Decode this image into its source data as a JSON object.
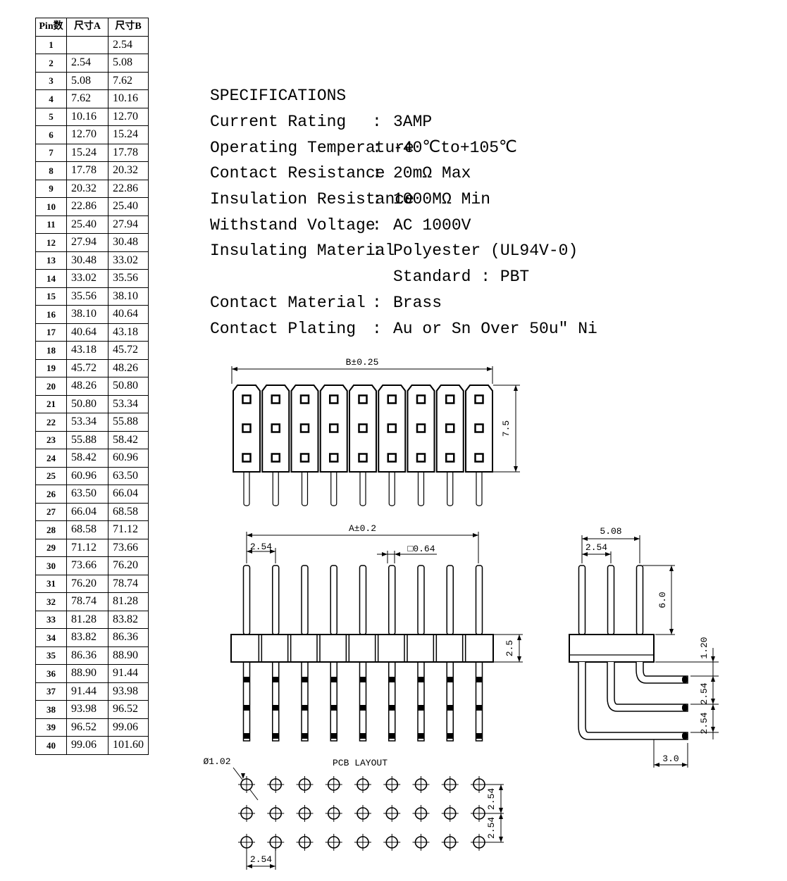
{
  "pin_table": {
    "headers": [
      "Pin数",
      "尺寸A",
      "尺寸B"
    ],
    "rows": [
      [
        "1",
        "",
        "2.54"
      ],
      [
        "2",
        "2.54",
        "5.08"
      ],
      [
        "3",
        "5.08",
        "7.62"
      ],
      [
        "4",
        "7.62",
        "10.16"
      ],
      [
        "5",
        "10.16",
        "12.70"
      ],
      [
        "6",
        "12.70",
        "15.24"
      ],
      [
        "7",
        "15.24",
        "17.78"
      ],
      [
        "8",
        "17.78",
        "20.32"
      ],
      [
        "9",
        "20.32",
        "22.86"
      ],
      [
        "10",
        "22.86",
        "25.40"
      ],
      [
        "11",
        "25.40",
        "27.94"
      ],
      [
        "12",
        "27.94",
        "30.48"
      ],
      [
        "13",
        "30.48",
        "33.02"
      ],
      [
        "14",
        "33.02",
        "35.56"
      ],
      [
        "15",
        "35.56",
        "38.10"
      ],
      [
        "16",
        "38.10",
        "40.64"
      ],
      [
        "17",
        "40.64",
        "43.18"
      ],
      [
        "18",
        "43.18",
        "45.72"
      ],
      [
        "19",
        "45.72",
        "48.26"
      ],
      [
        "20",
        "48.26",
        "50.80"
      ],
      [
        "21",
        "50.80",
        "53.34"
      ],
      [
        "22",
        "53.34",
        "55.88"
      ],
      [
        "23",
        "55.88",
        "58.42"
      ],
      [
        "24",
        "58.42",
        "60.96"
      ],
      [
        "25",
        "60.96",
        "63.50"
      ],
      [
        "26",
        "63.50",
        "66.04"
      ],
      [
        "27",
        "66.04",
        "68.58"
      ],
      [
        "28",
        "68.58",
        "71.12"
      ],
      [
        "29",
        "71.12",
        "73.66"
      ],
      [
        "30",
        "73.66",
        "76.20"
      ],
      [
        "31",
        "76.20",
        "78.74"
      ],
      [
        "32",
        "78.74",
        "81.28"
      ],
      [
        "33",
        "81.28",
        "83.82"
      ],
      [
        "34",
        "83.82",
        "86.36"
      ],
      [
        "35",
        "86.36",
        "88.90"
      ],
      [
        "36",
        "88.90",
        "91.44"
      ],
      [
        "37",
        "91.44",
        "93.98"
      ],
      [
        "38",
        "93.98",
        "96.52"
      ],
      [
        "39",
        "96.52",
        "99.06"
      ],
      [
        "40",
        "99.06",
        "101.60"
      ]
    ]
  },
  "specs": {
    "title": "SPECIFICATIONS",
    "items": [
      {
        "label": "Current Rating",
        "colon": ":",
        "value": "3AMP"
      },
      {
        "label": "Operating Temperature",
        "colon": ":",
        "value": "-40℃to+105℃"
      },
      {
        "label": "Contact Resistance",
        "colon": ":",
        "value": "20mΩ Max"
      },
      {
        "label": "Insulation Resistance",
        "colon": ":",
        "value": "1000MΩ Min"
      },
      {
        "label": "Withstand Voltage",
        "colon": ":",
        "value": "AC 1000V"
      },
      {
        "label": "Insulating Material",
        "colon": ":",
        "value": "Polyester (UL94V-0)"
      },
      {
        "label": "",
        "colon": "",
        "value": "Standard : PBT"
      },
      {
        "label": "Contact Material",
        "colon": ":",
        "value": "Brass"
      },
      {
        "label": "Contact Plating",
        "colon": ":",
        "value": "Au or Sn Over 50u\" Ni"
      }
    ]
  },
  "drawing": {
    "pin_count": 9,
    "dim_b": "B±0.25",
    "dim_height_top": "7.5",
    "dim_a": "A±0.2",
    "dim_pitch_front": "2.54",
    "dim_pin_square": "□0.64",
    "dim_body_height": "2.5",
    "side_dim_width": "5.08",
    "side_dim_pitch": "2.54",
    "side_dim_pin_length": "6.0",
    "side_dim_offset": "1.20",
    "side_dim_row1": "2.54",
    "side_dim_row2": "2.54",
    "side_dim_bottom": "3.0",
    "pcb_title": "PCB LAYOUT",
    "pcb_hole": "Ø1.02",
    "pcb_row_pitch_1": "2.54",
    "pcb_row_pitch_2": "2.54",
    "pcb_col_pitch": "2.54"
  }
}
